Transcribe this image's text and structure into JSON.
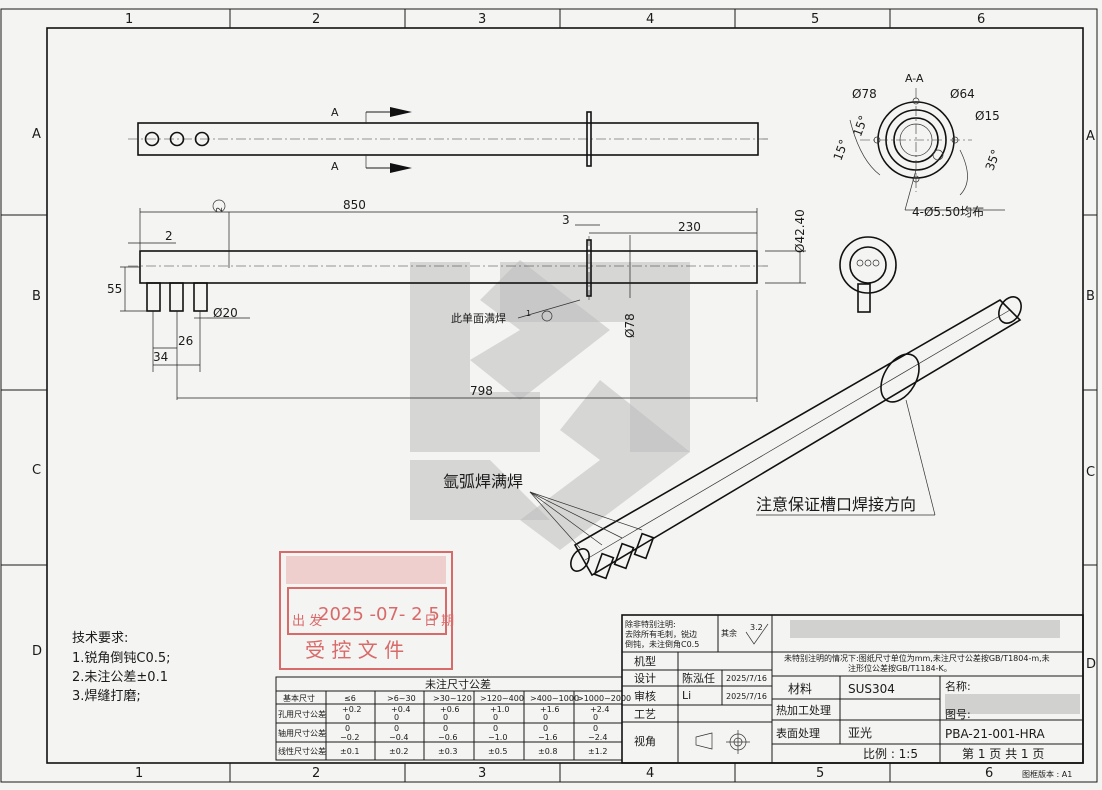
{
  "border": {
    "cols": [
      "1",
      "2",
      "3",
      "4",
      "5",
      "6"
    ],
    "rows": [
      "A",
      "B",
      "C",
      "D"
    ]
  },
  "section_view": {
    "title": "A-A",
    "d_outer": "Ø78",
    "d_inner": "Ø64",
    "d_hole": "Ø15",
    "angle1": "15°",
    "angle2": "15°",
    "angle3": "35°",
    "holes": "4-Ø5.50均布"
  },
  "top_view": {
    "cut_label_top": "A",
    "cut_label_bottom": "A"
  },
  "front_view": {
    "len_850": "850",
    "dim_2_circle": "2",
    "dim_2": "2",
    "dim_3": "3",
    "dim_230": "230",
    "dia_42": "Ø42.40",
    "dia_78": "Ø78",
    "dim_55": "55",
    "dia_20": "Ø20",
    "dim_26": "26",
    "dim_34": "34",
    "len_798": "798",
    "weld_note": "此单面满焊",
    "weld_sym": "1"
  },
  "iso_view": {
    "argon_weld": "氩弧焊满焊",
    "slot_note": "注意保证槽口焊接方向"
  },
  "stamp": {
    "date": "2025 -07- 2 5",
    "left_chars": "出 发",
    "right_chars": "日 期",
    "bottom": "受 控 文 件"
  },
  "tech_req": {
    "title": "技术要求:",
    "items": [
      "1.锐角倒钝C0.5;",
      "2.未注公差±0.1",
      "3.焊缝打磨;"
    ]
  },
  "tolerance": {
    "title": "未注尺寸公差",
    "headers": [
      "基本尺寸",
      "≤6",
      ">6~30",
      ">30~120",
      ">120~400",
      ">400~1000",
      ">1000~2000"
    ],
    "rows": [
      {
        "label": "孔用尺寸公差",
        "upper": [
          "+0.2",
          "+0.4",
          "+0.6",
          "+1.0",
          "+1.6",
          "+2.4"
        ],
        "lower": [
          "0",
          "0",
          "0",
          "0",
          "0",
          "0"
        ]
      },
      {
        "label": "轴用尺寸公差",
        "upper": [
          "0",
          "0",
          "0",
          "0",
          "0",
          "0"
        ],
        "lower": [
          "−0.2",
          "−0.4",
          "−0.6",
          "−1.0",
          "−1.6",
          "−2.4"
        ]
      },
      {
        "label": "线性尺寸公差",
        "values": [
          "±0.1",
          "±0.2",
          "±0.3",
          "±0.5",
          "±0.8",
          "±1.2"
        ]
      }
    ]
  },
  "title_block": {
    "note_lines": [
      "除非特别注明:",
      "去除所有毛刺，锐边",
      "倒钝，未注倒角C0.5"
    ],
    "rest_label": "其余",
    "roughness": "3.2",
    "model_label": "机型",
    "design_label": "设计",
    "designer": "陈泓任",
    "design_date": "2025/7/16",
    "review_label": "审核",
    "reviewer": "Li",
    "review_date": "2025/7/16",
    "craft_label": "工艺",
    "view_label": "视角",
    "unit_note_1": "未特别注明的情况下:图纸尺寸单位为mm,未注尺寸公差按GB/T1804-m,未",
    "unit_note_2": "注形位公差按GB/T1184-K。",
    "material_label": "材料",
    "material": "SUS304",
    "heat_label": "热加工处理",
    "surface_label": "表面处理",
    "surface": "亚光",
    "scale": "比例 : 1:5",
    "name_label": "名称:",
    "drawing_no_label": "图号:",
    "drawing_no": "PBA-21-001-HRA",
    "page": "第 1 页 共 1 页",
    "frame_version": "图框版本 : A1"
  }
}
